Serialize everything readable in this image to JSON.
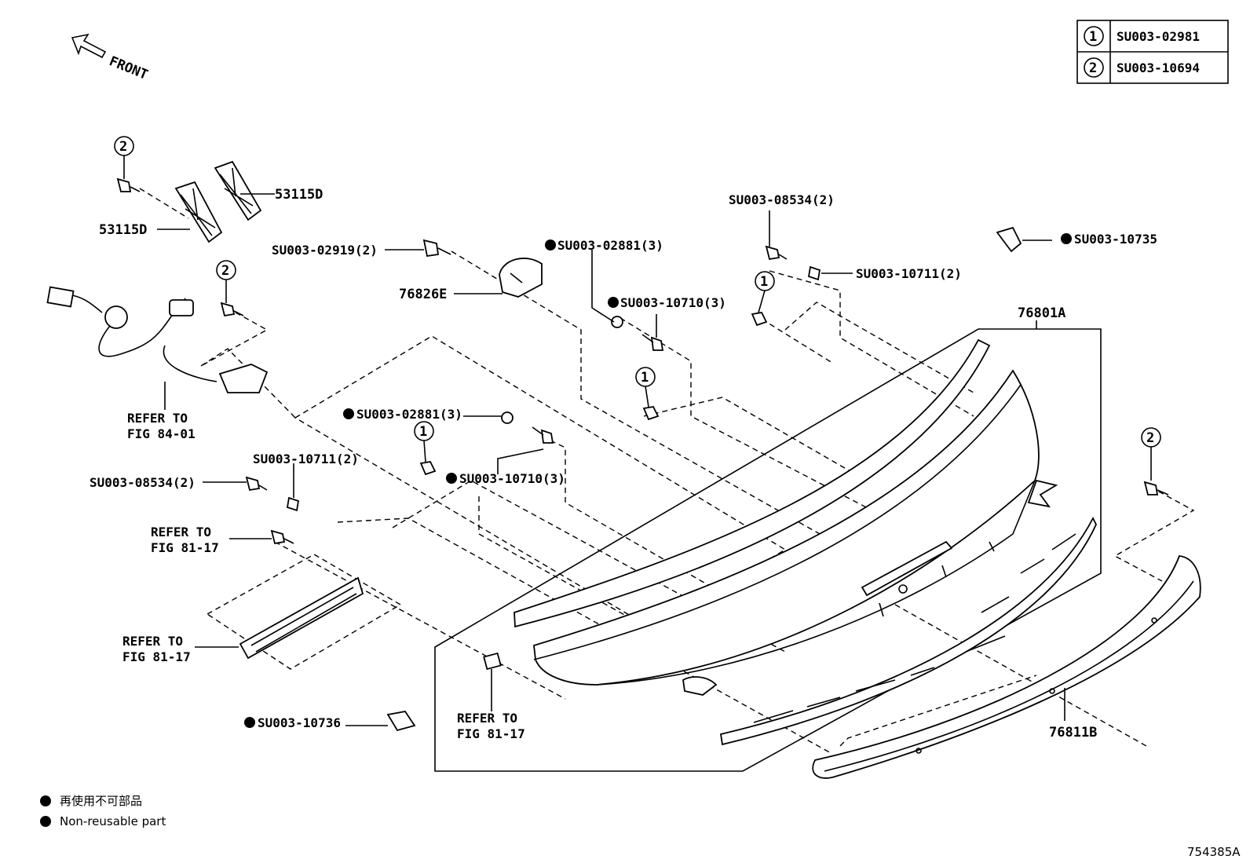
{
  "front_label": "FRONT",
  "legend_table": [
    {
      "symbol": "1",
      "code": "SU003-02981"
    },
    {
      "symbol": "2",
      "code": "SU003-10694"
    }
  ],
  "callouts": {
    "p53115d_top": "53115D",
    "p53115d_left": "53115D",
    "su00302919": "SU003-02919(2)",
    "p76826e": "76826E",
    "su00302881_top": "SU003-02881(3)",
    "su00310710_top": "SU003-10710(3)",
    "su00308534_top": "SU003-08534(2)",
    "su00310711_top": "SU003-10711(2)",
    "su00310735": "SU003-10735",
    "p76801a": "76801A",
    "refer_84_01_a": "REFER TO",
    "refer_84_01_b": "FIG 84-01",
    "su00302881_mid": "SU003-02881(3)",
    "su00310710_mid": "SU003-10710(3)",
    "su00310711_left": "SU003-10711(2)",
    "su00308534_left": "SU003-08534(2)",
    "refer_81_17_a1": "REFER TO",
    "refer_81_17_b1": "FIG 81-17",
    "refer_81_17_a2": "REFER TO",
    "refer_81_17_b2": "FIG 81-17",
    "refer_81_17_a3": "REFER TO",
    "refer_81_17_b3": "FIG 81-17",
    "su00310736": "SU003-10736",
    "p76811b": "76811B"
  },
  "marker_symbols": {
    "one": "1",
    "two": "2"
  },
  "notes": {
    "non_reusable_ja": "再使用不可部品",
    "non_reusable_en": "Non-reusable part"
  },
  "figure_code": "754385A"
}
